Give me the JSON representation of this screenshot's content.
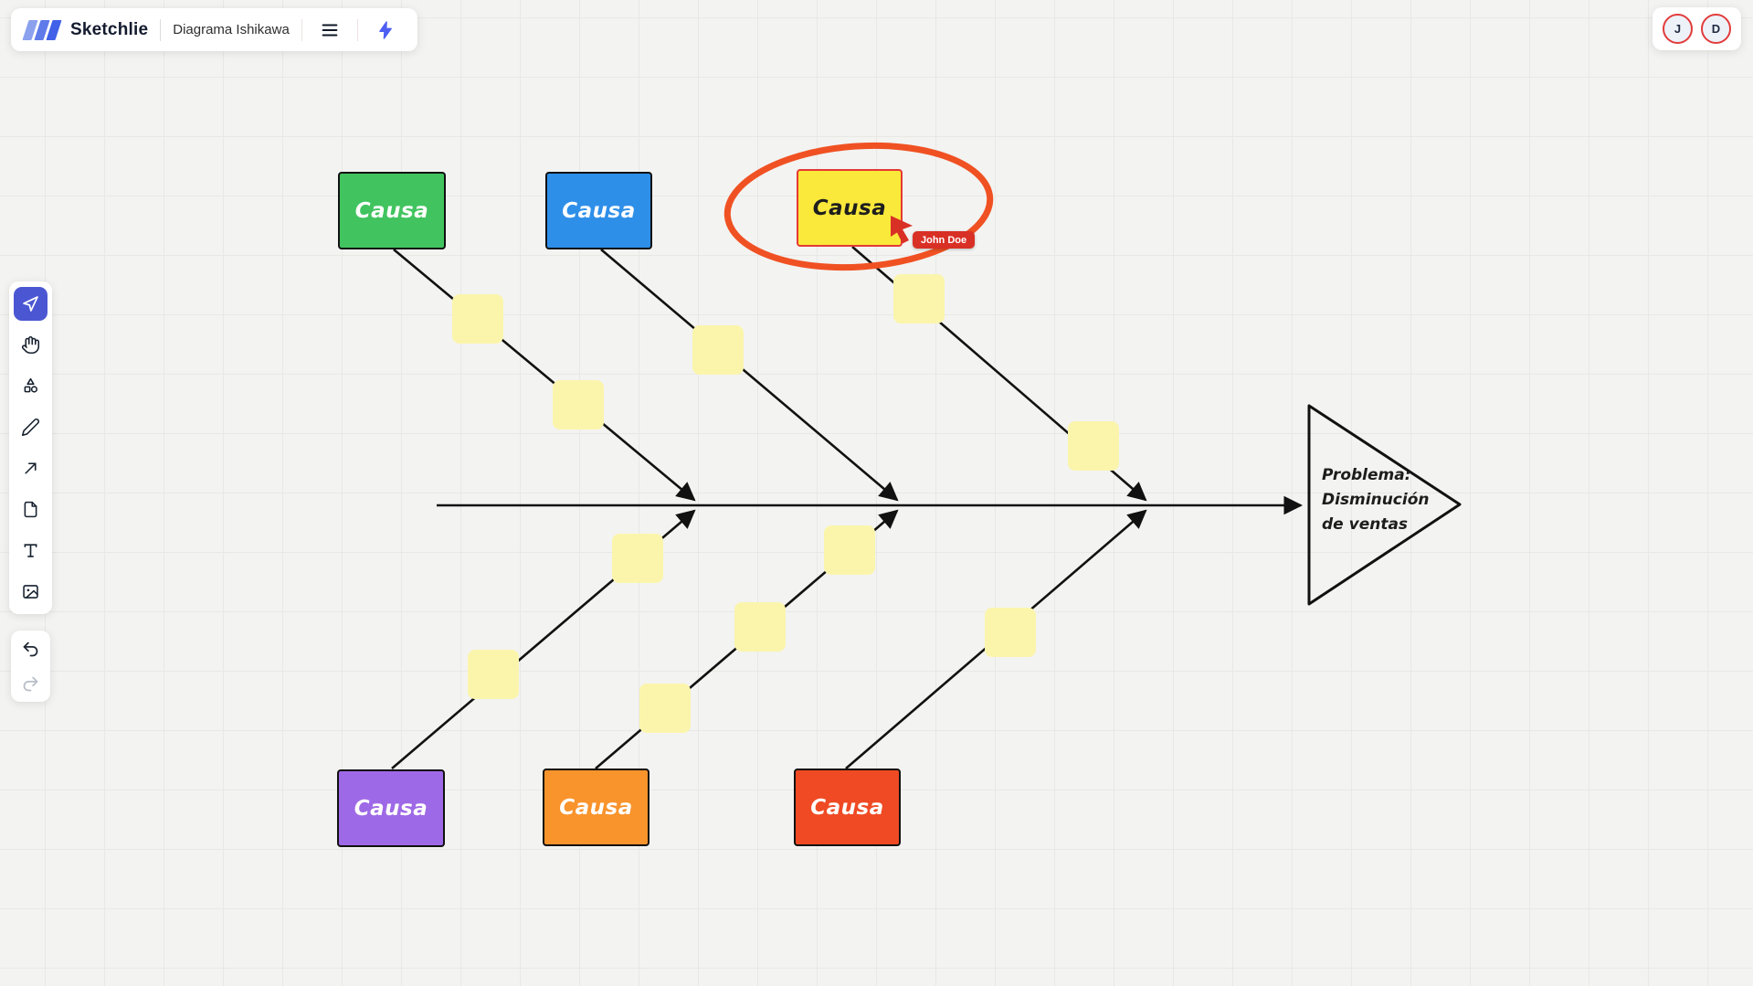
{
  "header": {
    "app_name": "Sketchlie",
    "board_title": "Diagrama Ishikawa",
    "menu_icon": "hamburger-icon",
    "boost_icon": "lightning-icon"
  },
  "presence": {
    "users": [
      {
        "initial": "J"
      },
      {
        "initial": "D"
      }
    ],
    "remote_cursor": {
      "label": "John Doe",
      "color": "#d93025"
    }
  },
  "toolbar": {
    "active_tool": "select",
    "tools": [
      "select",
      "pan",
      "shapes",
      "pencil",
      "arrow",
      "note",
      "text",
      "image"
    ],
    "active_color": "#4b57d2"
  },
  "history": {
    "undo_enabled": true,
    "redo_enabled": false
  },
  "diagram": {
    "type": "ishikawa-fishbone",
    "boxes": [
      {
        "id": "top-1",
        "label": "Causa",
        "fill": "#41c45f"
      },
      {
        "id": "top-2",
        "label": "Causa",
        "fill": "#2e8fe9"
      },
      {
        "id": "top-3",
        "label": "Causa",
        "fill": "#fae93a",
        "selected_by": "John Doe"
      },
      {
        "id": "bottom-1",
        "label": "Causa",
        "fill": "#9e69e6"
      },
      {
        "id": "bottom-2",
        "label": "Causa",
        "fill": "#f9932c"
      },
      {
        "id": "bottom-3",
        "label": "Causa",
        "fill": "#ef4a23"
      }
    ],
    "problem": {
      "lines": [
        "Problema:",
        "Disminución",
        "de ventas"
      ]
    },
    "sticky_count": 11,
    "colors": {
      "sticky": "#fbf5ac",
      "line": "#111111",
      "annotation_ellipse": "#f05123",
      "selected_border": "#e53935"
    }
  }
}
